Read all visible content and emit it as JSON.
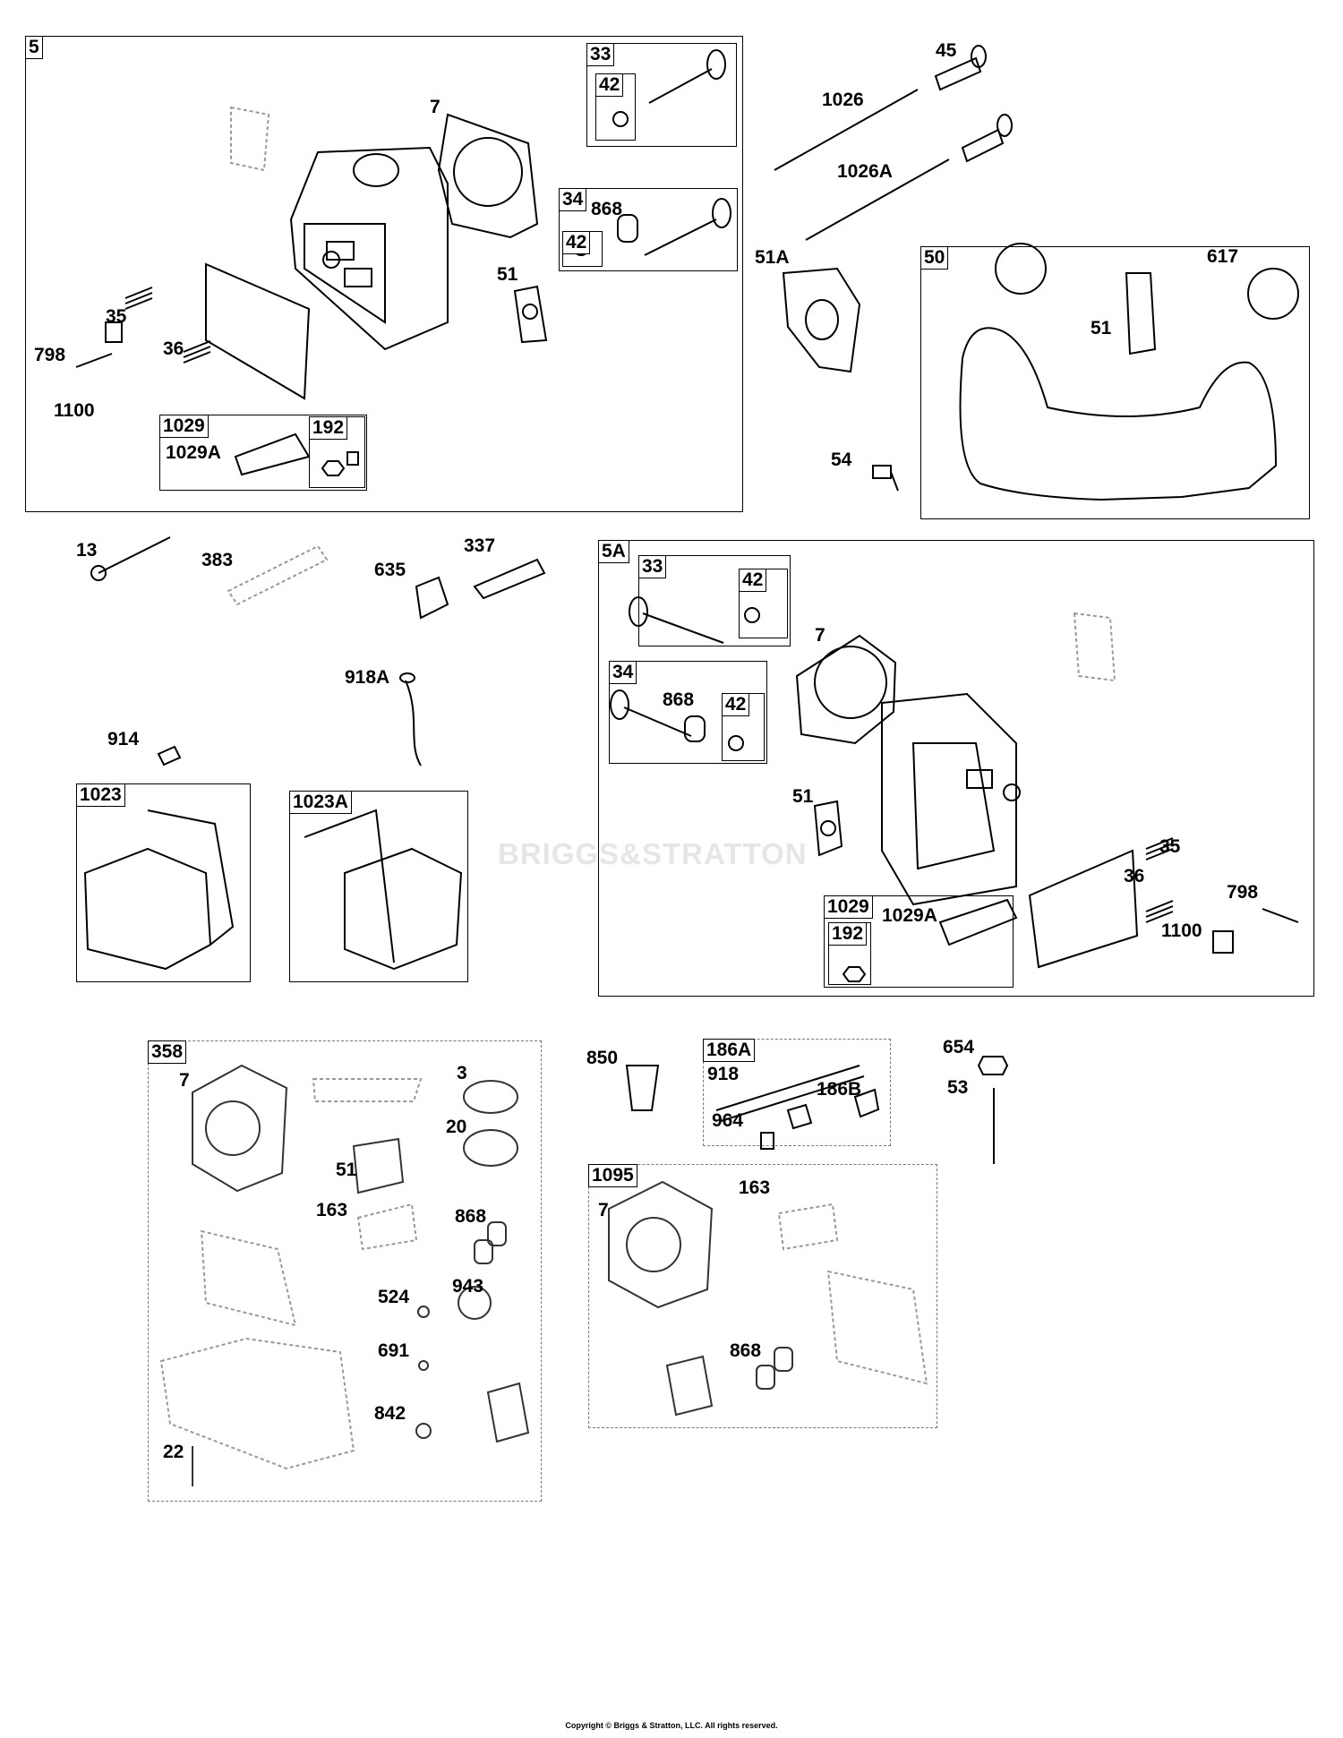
{
  "watermark": "BRIGGS&STRATTON",
  "copyright": "Copyright © Briggs & Stratton, LLC. All rights reserved.",
  "groups": {
    "g5": "5",
    "g33a": "33",
    "g42a": "42",
    "g34a": "34",
    "g42b": "42",
    "g1029a": "1029",
    "g192a": "192",
    "g50": "50",
    "g5A": "5A",
    "g33b": "33",
    "g42c": "42",
    "g34b": "34",
    "g42d": "42",
    "g1029b": "1029",
    "g192b": "192",
    "g1023": "1023",
    "g1023A": "1023A",
    "g358": "358",
    "g186A": "186A",
    "g1095": "1095"
  },
  "labels": {
    "l7a": "7",
    "l868a": "868",
    "l51a": "51",
    "l35a": "35",
    "l36a": "36",
    "l798a": "798",
    "l1100a": "1100",
    "l1029Aa": "1029A",
    "l45": "45",
    "l1026": "1026",
    "l1026A": "1026A",
    "l51A": "51A",
    "l51b": "51",
    "l617": "617",
    "l54": "54",
    "l13": "13",
    "l383": "383",
    "l635": "635",
    "l337": "337",
    "l918A": "918A",
    "l914": "914",
    "l7b": "7",
    "l868b": "868",
    "l51c": "51",
    "l35b": "35",
    "l36b": "36",
    "l798b": "798",
    "l1100b": "1100",
    "l1029Ab": "1029A",
    "l7c": "7",
    "l3": "3",
    "l51d": "51",
    "l20": "20",
    "l163a": "163",
    "l868c": "868",
    "l524": "524",
    "l943": "943",
    "l691": "691",
    "l842": "842",
    "l22": "22",
    "l850": "850",
    "l918": "918",
    "l186B": "186B",
    "l964": "964",
    "l654": "654",
    "l53": "53",
    "l7d": "7",
    "l163b": "163",
    "l868d": "868"
  }
}
